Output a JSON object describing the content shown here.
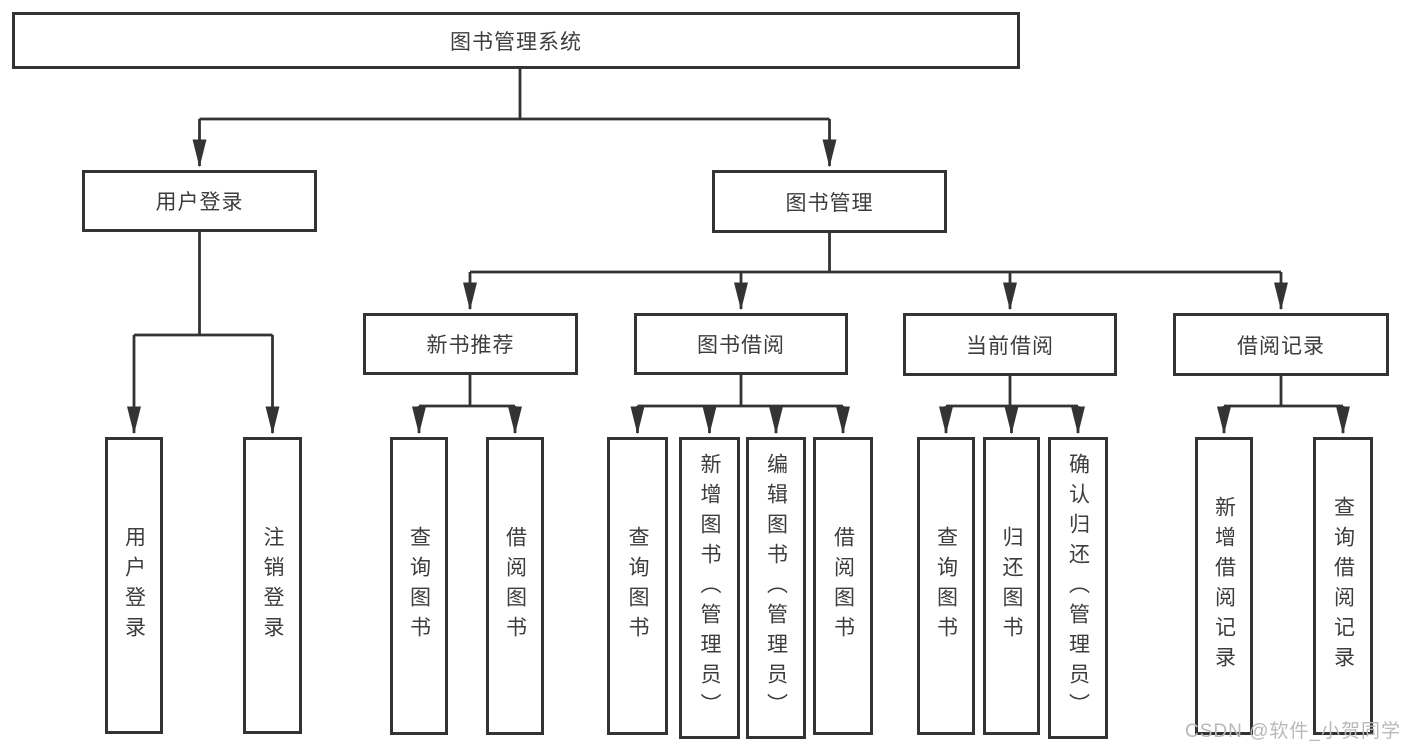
{
  "tree": {
    "root": {
      "label": "图书管理系统"
    },
    "branches": [
      {
        "label": "用户登录",
        "children": [
          {
            "label": "用户登录"
          },
          {
            "label": "注销登录"
          }
        ]
      },
      {
        "label": "图书管理",
        "children": [
          {
            "label": "新书推荐",
            "children": [
              {
                "label": "查询图书"
              },
              {
                "label": "借阅图书"
              }
            ]
          },
          {
            "label": "图书借阅",
            "children": [
              {
                "label": "查询图书"
              },
              {
                "label": "新增图书（管理员）"
              },
              {
                "label": "编辑图书（管理员）"
              },
              {
                "label": "借阅图书"
              }
            ]
          },
          {
            "label": "当前借阅",
            "children": [
              {
                "label": "查询图书"
              },
              {
                "label": "归还图书"
              },
              {
                "label": "确认归还（管理员）"
              }
            ]
          },
          {
            "label": "借阅记录",
            "children": [
              {
                "label": "新增借阅记录"
              },
              {
                "label": "查询借阅记录"
              }
            ]
          }
        ]
      }
    ]
  },
  "watermark": {
    "text": "CSDN @软件_小贺同学"
  },
  "colors": {
    "line": "#333333",
    "text": "#3d3d3d",
    "background": "#ffffff",
    "watermark": "#b9b9b9"
  }
}
